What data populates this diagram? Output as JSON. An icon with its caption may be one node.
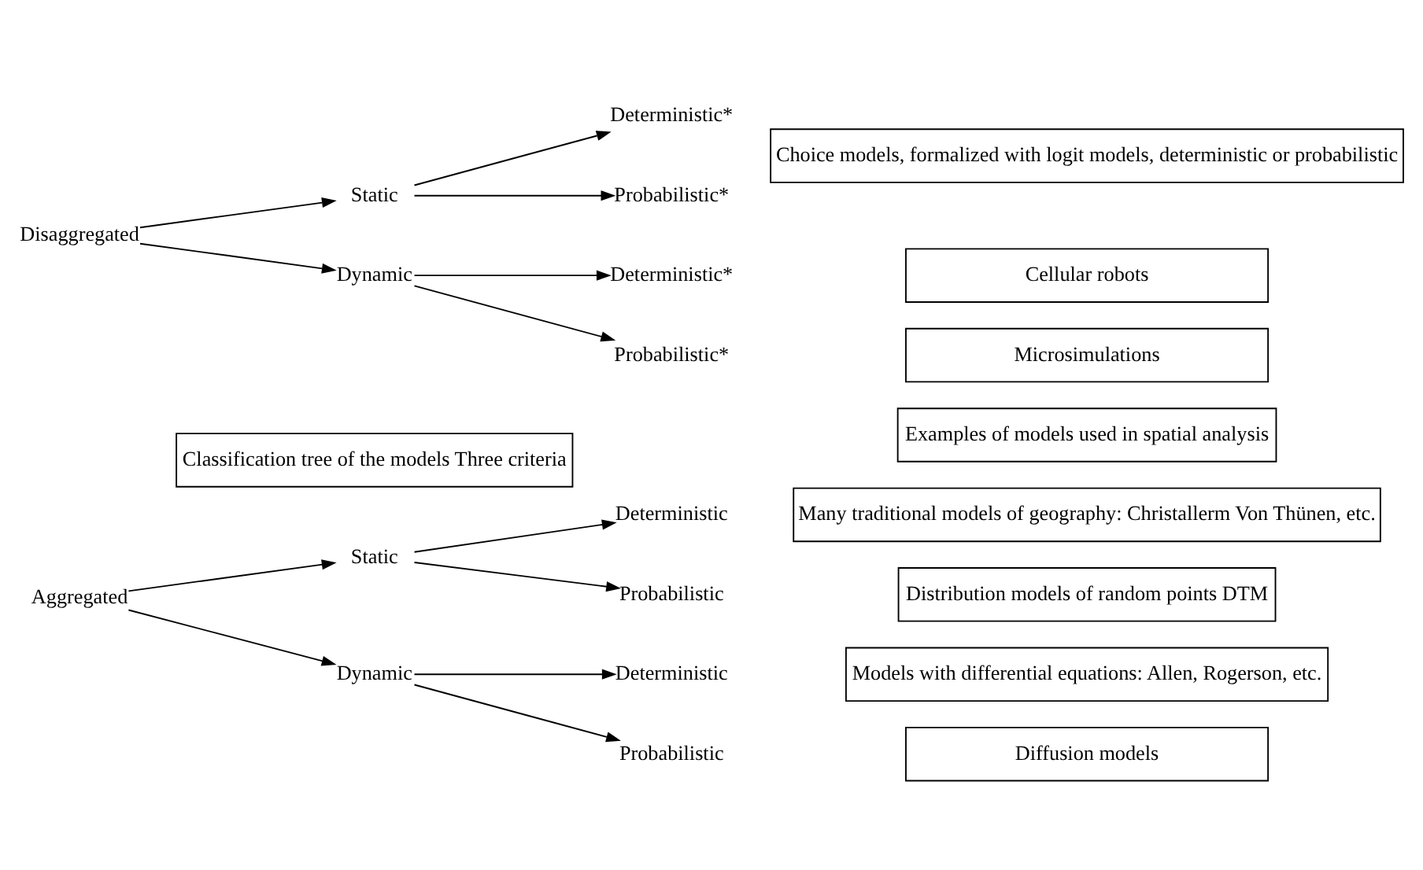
{
  "diagram": {
    "nodes": [
      {
        "text": [
          "Classification tree of the models Three criteria"
        ]
      },
      {
        "text": [
          "Examples of models used in spatial analysis"
        ]
      },
      {
        "text": [
          "Aggregated"
        ]
      },
      {
        "text": [
          "Static"
        ]
      },
      {
        "text": [
          "Dynamic"
        ]
      },
      {
        "text": [
          "Deterministic"
        ]
      },
      {
        "text": [
          "Probabilistic"
        ]
      },
      {
        "text": [
          "Deterministic"
        ]
      },
      {
        "text": [
          "Probabilistic"
        ]
      },
      {
        "text": [
          "Disaggregated"
        ]
      },
      {
        "text": [
          "Static"
        ]
      },
      {
        "text": [
          "Dynamic"
        ]
      },
      {
        "text": [
          "Deterministic*"
        ]
      },
      {
        "text": [
          "Probabilistic*"
        ]
      },
      {
        "text": [
          "Deterministic*"
        ]
      },
      {
        "text": [
          "Probabilistic*"
        ]
      },
      {
        "text": [
          "Many traditional models of geography: Christallerm Von Thünen, etc."
        ]
      },
      {
        "text": [
          "Distribution models of random points DTM"
        ]
      },
      {
        "text": [
          "Models with differential equations: Allen, Rogerson, etc."
        ]
      },
      {
        "text": [
          "Diffusion models"
        ]
      },
      {
        "text": [
          "Choice models, formalized with logit models, deterministic or probabilistic"
        ]
      },
      {
        "text": [
          "Cellular robots"
        ]
      },
      {
        "text": [
          "Microsimulations"
        ]
      }
    ],
    "edges": [
      {
        "from": 2,
        "to": 3,
        "arrow": "to"
      },
      {
        "from": 2,
        "to": 4,
        "arrow": "to"
      },
      {
        "from": 3,
        "to": 5,
        "arrow": "to"
      },
      {
        "from": 3,
        "to": 6,
        "arrow": "to"
      },
      {
        "from": 4,
        "to": 7,
        "arrow": "to"
      },
      {
        "from": 4,
        "to": 8,
        "arrow": "to"
      },
      {
        "from": 9,
        "to": 10,
        "arrow": "to"
      },
      {
        "from": 9,
        "to": 11,
        "arrow": "to"
      },
      {
        "from": 10,
        "to": 12,
        "arrow": "to"
      },
      {
        "from": 10,
        "to": 13,
        "arrow": "to"
      },
      {
        "from": 11,
        "to": 14,
        "arrow": "to"
      },
      {
        "from": 11,
        "to": 15,
        "arrow": "to"
      }
    ]
  }
}
